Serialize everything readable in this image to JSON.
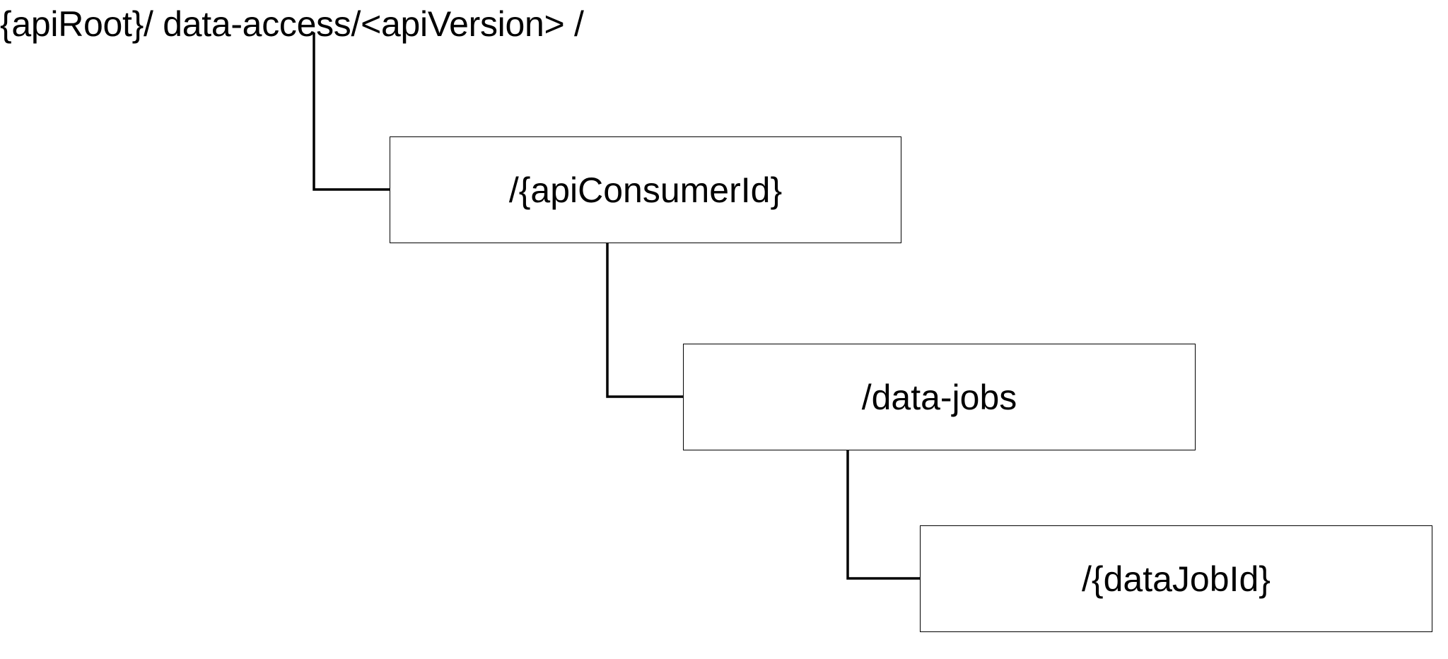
{
  "diagram": {
    "root_path": "{apiRoot}/ data-access/<apiVersion> /",
    "nodes": [
      {
        "label": "/{apiConsumerId}"
      },
      {
        "label": "/data-jobs"
      },
      {
        "label": "/{dataJobId}"
      }
    ],
    "line_color": "#000000",
    "box_border_color": "#000000"
  }
}
